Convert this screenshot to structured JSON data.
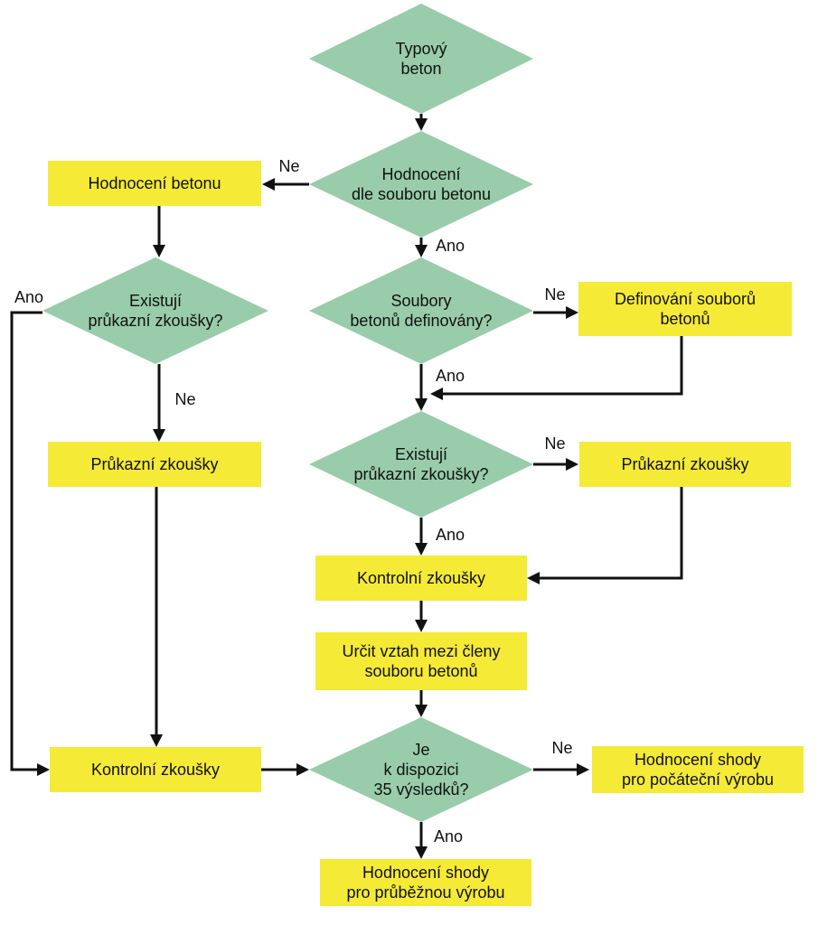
{
  "colors": {
    "decision": "#99CCAA",
    "process": "#F5EA36",
    "line": "#111111",
    "background": "#ffffff"
  },
  "nodes": {
    "typovy_beton": {
      "shape": "decision",
      "lines": [
        "Typový",
        "beton"
      ]
    },
    "hodnoceni_dle_souboru": {
      "shape": "decision",
      "lines": [
        "Hodnocení",
        "dle souboru betonu"
      ]
    },
    "hodnoceni_betonu": {
      "shape": "process",
      "lines": [
        "Hodnocení betonu"
      ]
    },
    "existuji_pz_left": {
      "shape": "decision",
      "lines": [
        "Existují",
        "průkazní zkoušky?"
      ]
    },
    "soubory_definovany": {
      "shape": "decision",
      "lines": [
        "Soubory",
        "betonů definovány?"
      ]
    },
    "definovani_souboru": {
      "shape": "process",
      "lines": [
        "Definování souborů",
        "betonů"
      ]
    },
    "existuji_pz_mid": {
      "shape": "decision",
      "lines": [
        "Existují",
        "průkazní zkoušky?"
      ]
    },
    "pz_right": {
      "shape": "process",
      "lines": [
        "Průkazní zkoušky"
      ]
    },
    "pz_left": {
      "shape": "process",
      "lines": [
        "Průkazní zkoušky"
      ]
    },
    "kontrolni_mid": {
      "shape": "process",
      "lines": [
        "Kontrolní zkoušky"
      ]
    },
    "urcit_vztah": {
      "shape": "process",
      "lines": [
        "Určit vztah mezi členy",
        "souboru betonů"
      ]
    },
    "kontrolni_left": {
      "shape": "process",
      "lines": [
        "Kontrolní zkoušky"
      ]
    },
    "je_35": {
      "shape": "decision",
      "lines": [
        "Je",
        "k dispozici",
        "35 výsledků?"
      ]
    },
    "hodnoceni_pocatecni": {
      "shape": "process",
      "lines": [
        "Hodnocení shody",
        "pro počáteční výrobu"
      ]
    },
    "hodnoceni_prubezna": {
      "shape": "process",
      "lines": [
        "Hodnocení shody",
        "pro průběžnou výrobu"
      ]
    }
  },
  "edges": [
    {
      "from": "typovy_beton",
      "to": "hodnoceni_dle_souboru",
      "label": ""
    },
    {
      "from": "hodnoceni_dle_souboru",
      "to": "hodnoceni_betonu",
      "label": "Ne"
    },
    {
      "from": "hodnoceni_dle_souboru",
      "to": "soubory_definovany",
      "label": "Ano"
    },
    {
      "from": "hodnoceni_betonu",
      "to": "existuji_pz_left",
      "label": ""
    },
    {
      "from": "existuji_pz_left",
      "to": "pz_left",
      "label": "Ne"
    },
    {
      "from": "existuji_pz_left",
      "to": "kontrolni_left",
      "label": "Ano"
    },
    {
      "from": "soubory_definovany",
      "to": "definovani_souboru",
      "label": "Ne"
    },
    {
      "from": "soubory_definovany",
      "to": "existuji_pz_mid",
      "label": "Ano"
    },
    {
      "from": "definovani_souboru",
      "to": "existuji_pz_mid",
      "label": ""
    },
    {
      "from": "existuji_pz_mid",
      "to": "pz_right",
      "label": "Ne"
    },
    {
      "from": "existuji_pz_mid",
      "to": "kontrolni_mid",
      "label": "Ano"
    },
    {
      "from": "pz_right",
      "to": "kontrolni_mid",
      "label": ""
    },
    {
      "from": "kontrolni_mid",
      "to": "urcit_vztah",
      "label": ""
    },
    {
      "from": "urcit_vztah",
      "to": "je_35",
      "label": ""
    },
    {
      "from": "pz_left",
      "to": "kontrolni_left",
      "label": ""
    },
    {
      "from": "kontrolni_left",
      "to": "je_35",
      "label": ""
    },
    {
      "from": "je_35",
      "to": "hodnoceni_pocatecni",
      "label": "Ne"
    },
    {
      "from": "je_35",
      "to": "hodnoceni_prubezna",
      "label": "Ano"
    }
  ]
}
